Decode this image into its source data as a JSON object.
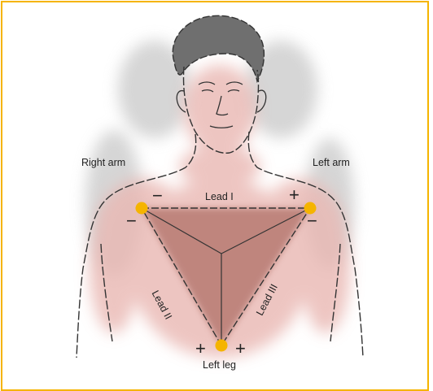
{
  "labels": {
    "right_arm": "Right arm",
    "left_arm": "Left arm",
    "lead_1": "Lead I",
    "lead_2": "Lead II",
    "lead_3": "Lead III",
    "left_leg": "Left leg"
  },
  "signs": {
    "right_arm_top": "−",
    "right_arm_bottom": "−",
    "left_arm_top": "+",
    "left_arm_bottom": "−",
    "left_leg_left": "+",
    "left_leg_right": "+"
  },
  "colors": {
    "border": "#f5b400",
    "electrode": "#f5b400",
    "triangle": "#b77a72",
    "skin_shade": "#e7b1ac",
    "background_shade": "#c9c9c9"
  },
  "icons": {
    "electrode": "filled-circle"
  }
}
